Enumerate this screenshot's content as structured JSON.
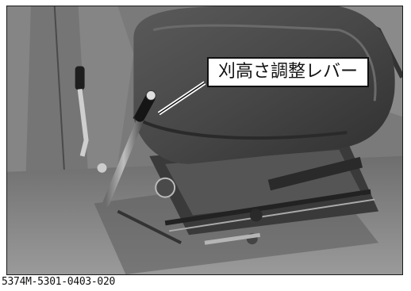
{
  "callout": {
    "label": "刈高さ調整レバー"
  },
  "figure": {
    "code": "5374M-5301-0403-020"
  },
  "illustration": {
    "subject": "seat-with-height-adjust-lever"
  }
}
